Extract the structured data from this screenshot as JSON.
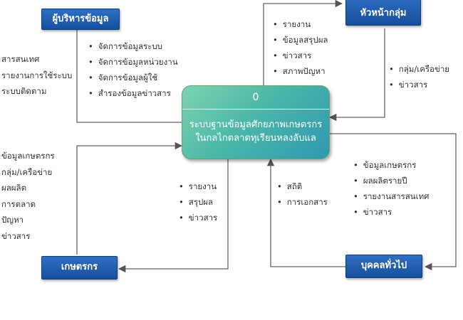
{
  "entities": {
    "admin": "ผู้บริหารข้อมูล",
    "head": "หัวหน้ากลุ่ม",
    "farmer": "เกษตรกร",
    "public": "บุคคลทั่วไป"
  },
  "process": {
    "id": "0",
    "name_line1": "ระบบฐานข้อมูลศักยภาพเกษตรกร",
    "name_line2": "ในกลไกตลาดทุเรียนหลงลับแล"
  },
  "flows": {
    "to_admin": [
      "จัดการข้อมูลระบบ",
      "จัดการข้อมูลหน่วยงาน",
      "จัดการข้อมูลผู้ใช้",
      "สำรองข้อมูลข่าวสาร"
    ],
    "to_head": [
      "รายงาน",
      "ข้อมูลสรุปผล",
      "ข่าวสาร",
      "สภาพปัญหา"
    ],
    "from_head": [
      "กลุ่ม/เครือข่าย",
      "ข่าวสาร"
    ],
    "to_public": [
      "ข้อมูลเกษตรกร",
      "ผลผลิตรายปี",
      "รายงานสารสนเทศ",
      "ข่าวสาร"
    ],
    "from_public": [
      "สถิติ",
      "การเอกสาร"
    ],
    "to_farmer": [
      "รายงาน",
      "สรุปผล",
      "ข่าวสาร"
    ]
  },
  "left_column_top": [
    "สารสนเทศ",
    "รายงานการใช้ระบบ",
    "ระบบติดตาม"
  ],
  "left_column_mid": [
    "ข้อมูลเกษตรกร",
    "กลุ่ม/เครือข่าย",
    "ผลผลิต",
    "การตลาด",
    "ปัญหา",
    "ข่าวสาร"
  ]
}
